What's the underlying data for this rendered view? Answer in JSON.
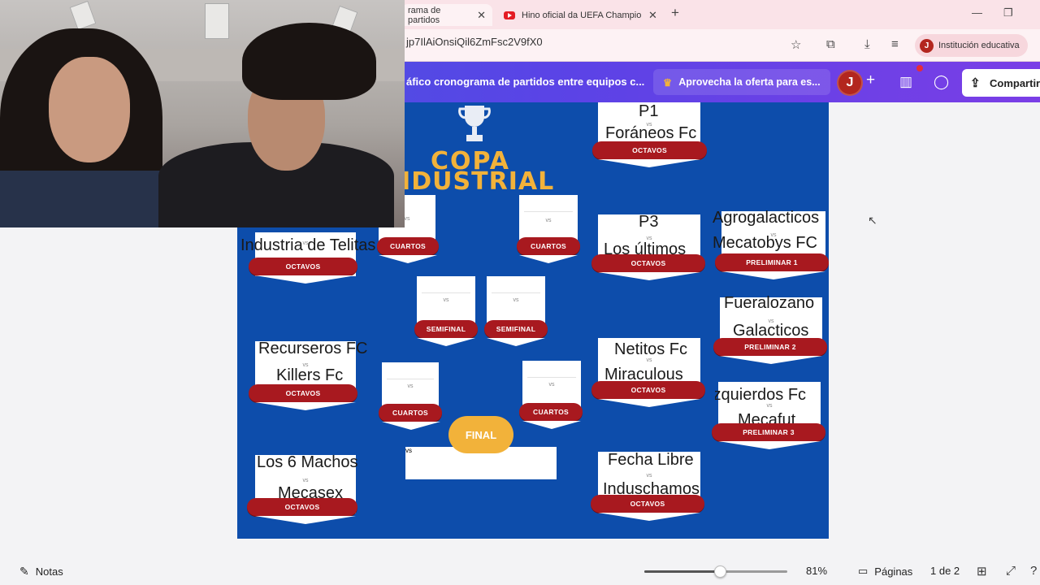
{
  "browser": {
    "tabs": [
      {
        "label": "rama de partidos",
        "active": true
      },
      {
        "label": "Hino oficial da UEFA Champion",
        "active": false
      }
    ],
    "new_tab": "+",
    "address": "jp7IlAiOnsiQil6ZmFsc2V9fX0",
    "profile_initial": "J",
    "profile_label": "Institución educativa"
  },
  "canva": {
    "doc_title": "áfico cronograma de partidos entre equipos c...",
    "offer": "Aprovecha la oferta para es...",
    "avatar": "J",
    "share": "Compartir"
  },
  "poster": {
    "title_line1": "COPA",
    "title_line2": "INDUSTRIAL",
    "vs": "vs",
    "octavos": "OCTAVOS",
    "cuartos": "CUARTOS",
    "semifinal": "SEMIFINAL",
    "final": "FINAL",
    "prelim1": "PRELIMINAR 1",
    "prelim2": "PRELIMINAR 2",
    "prelim3": "PRELIMINAR 3",
    "left_oct1_team": "Industria de Telitas Fc",
    "left_oct2_team1": "Recurseros FC",
    "left_oct2_team2": "Killers Fc",
    "left_oct3_team1": "Los 6 Machos",
    "left_oct3_team2": "Mecasex",
    "right_oct1_team1": "P1",
    "right_oct1_team2": "Foráneos Fc",
    "right_oct2_team1": "P3",
    "right_oct2_team2": "Los últimos",
    "right_oct3_team1": "Netitos Fc",
    "right_oct3_team2": "Miraculous",
    "right_oct4_team1": "Fecha Libre",
    "right_oct4_team2": "Induschamos",
    "p1_team1": "Agrogalacticos",
    "p1_team2": "Mecatobys FC",
    "p2_team1": "Fueralozano",
    "p2_team2": "Galacticos",
    "p3_team1": "Izquierdos Fc",
    "p3_team2": "Mecafut"
  },
  "status": {
    "notes": "Notas",
    "zoom": "81%",
    "zoom_value": 0.53,
    "pages": "Páginas",
    "page_num": "1 de 2"
  }
}
